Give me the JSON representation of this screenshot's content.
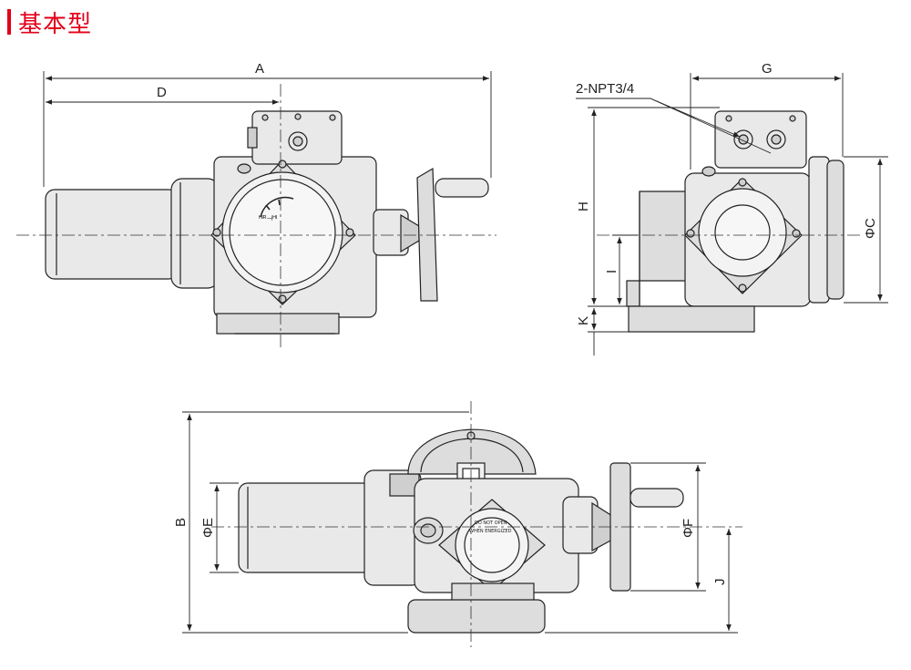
{
  "title": "基本型",
  "colors": {
    "accent": "#e2001a",
    "line": "#222222",
    "body_fill": "#e9e9e9",
    "dark_fill": "#cfcfcf"
  },
  "views": {
    "front": {
      "labels": {
        "A": "A",
        "D": "D"
      }
    },
    "side": {
      "labels": {
        "G": "G",
        "H": "H",
        "I": "I",
        "K": "K",
        "C": "ΦC",
        "conduit": "2-NPT3/4"
      }
    },
    "top": {
      "labels": {
        "B": "B",
        "E": "ΦE",
        "F": "ΦF",
        "J": "J"
      },
      "plate_text": [
        "DO NOT OPEN",
        "WHEN ENERGIZED"
      ]
    }
  }
}
